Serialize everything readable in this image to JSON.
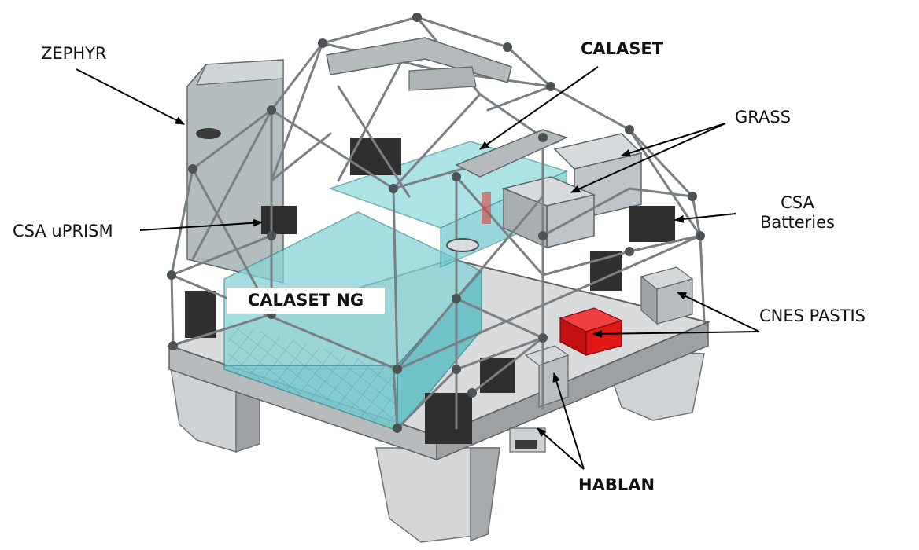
{
  "labels": {
    "zephyr": "ZEPHYR",
    "calaset": "CALASET",
    "grass": "GRASS",
    "csa_batteries_line1": "CSA",
    "csa_batteries_line2": "Batteries",
    "csa_uprism": "CSA uPRISM",
    "calaset_ng": "CALASET NG",
    "cnes_pastis": "CNES PASTIS",
    "hablan": "HABLAN"
  },
  "colors": {
    "frame": "#7a7f84",
    "frame_light": "#c9ccce",
    "platform": "#d3d5d7",
    "platform_dark": "#a9adb0",
    "tank": "#7fd3d6",
    "tank_dark": "#4fb7bc",
    "tank_edge": "#3a8f93",
    "box_gray": "#bfc4c8",
    "battery": "#2f2f2f",
    "pastis_red": "#e01818",
    "arrow": "#000000"
  }
}
